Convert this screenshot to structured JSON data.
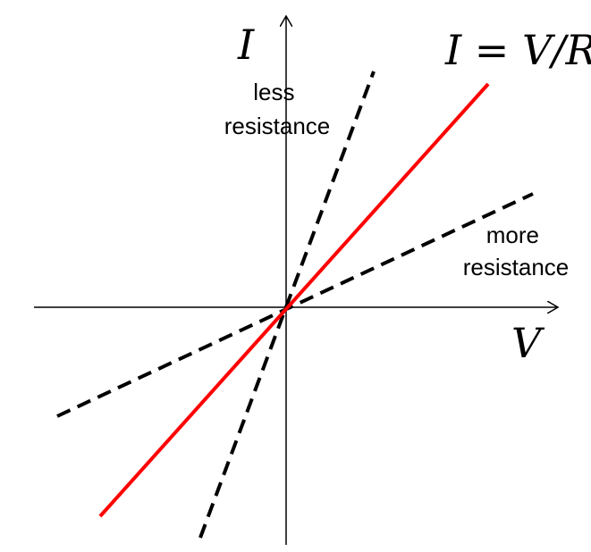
{
  "diagram": {
    "axes": {
      "y_label": "I",
      "x_label": "V"
    },
    "equation": "I = V/R",
    "annotations": {
      "less": [
        "less",
        "resistance"
      ],
      "more": [
        "more",
        "resistance"
      ]
    },
    "colors": {
      "axis": "#000000",
      "reference_line": "#ff0000",
      "dashed_lines": "#000000",
      "background": "#ffffff"
    }
  }
}
